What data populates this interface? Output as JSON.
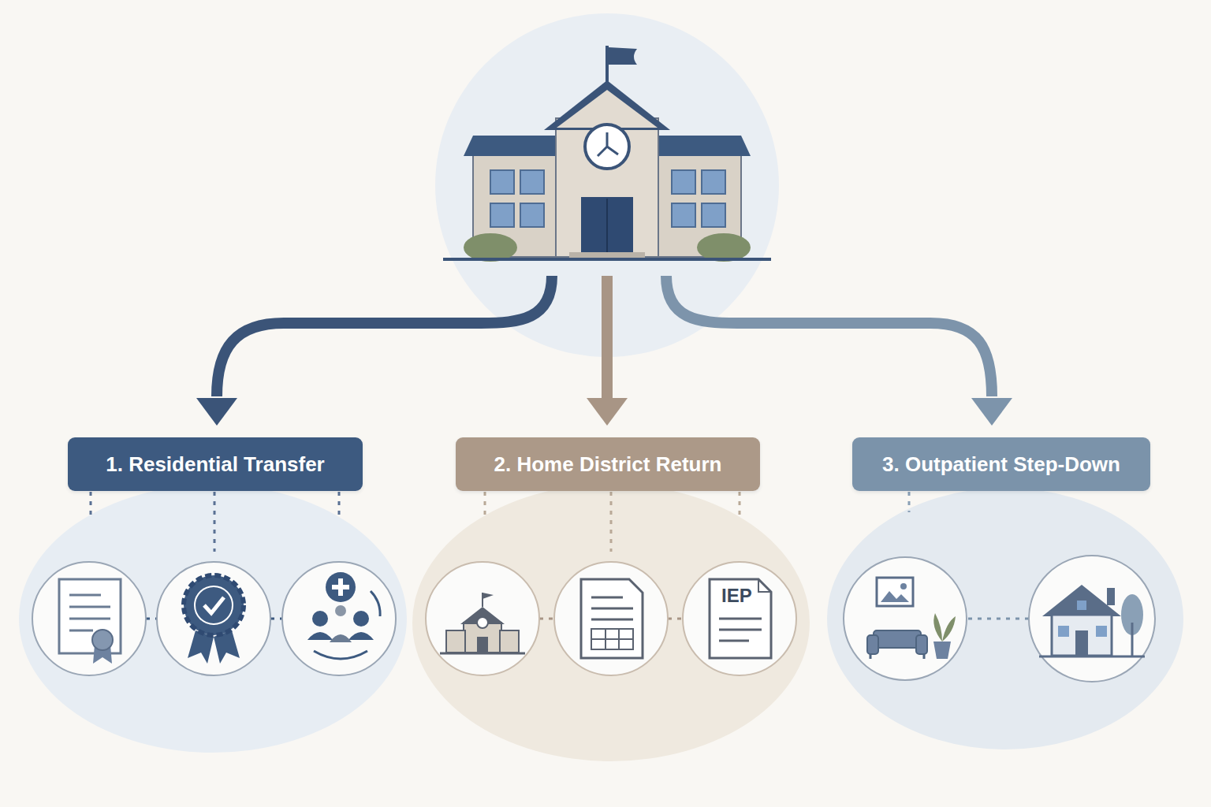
{
  "diagram": {
    "nodes": [
      {
        "text": [
          "1. Residential Transfer"
        ]
      },
      {
        "text": [
          "2. Home District Return"
        ]
      },
      {
        "text": [
          "3. Outpatient Step-Down"
        ]
      }
    ],
    "labels": [
      "IEP"
    ]
  }
}
